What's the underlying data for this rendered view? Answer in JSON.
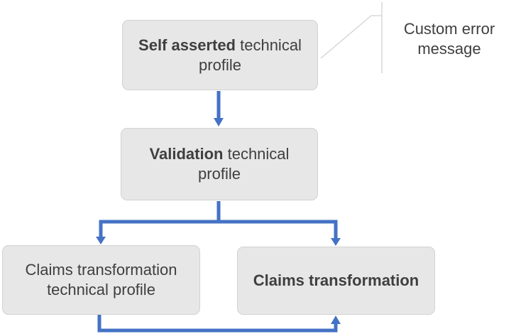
{
  "diagram": {
    "boxes": [
      {
        "bold": "Self asserted",
        "regular": " technical profile"
      },
      {
        "bold": "Validation",
        "regular": " technical profile"
      },
      {
        "bold": "",
        "regular": "Claims transformation technical profile"
      },
      {
        "bold": "Claims transformation",
        "regular": ""
      }
    ],
    "callout": {
      "text": "Custom error message"
    }
  },
  "colors": {
    "arrow": "#4472c4",
    "box-fill": "#e7e7e7",
    "box-border": "#d2d2d2",
    "text": "#3f3f3f",
    "callout-line": "#d9d9d9"
  }
}
